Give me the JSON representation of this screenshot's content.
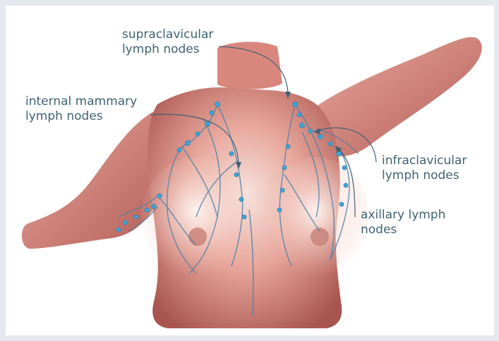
{
  "labels": {
    "supraclavicular": "supraclavicular\nlymph nodes",
    "internal_mammary": "internal mammary\nlymph nodes",
    "infraclavicular": "infraclavicular\nlymph nodes",
    "axillary": "axillary lymph\nnodes"
  },
  "colors": {
    "background": "#e6e8f0",
    "panel": "#ffffff",
    "label_text": "#3f6272",
    "leader_line": "#3f6272",
    "skin": "#c9716a",
    "lymph_vessel": "#4f7fa6",
    "lymph_node": "#3fa6d6"
  },
  "icons": {
    "figure": "female-torso-lymphatic-illustration"
  }
}
